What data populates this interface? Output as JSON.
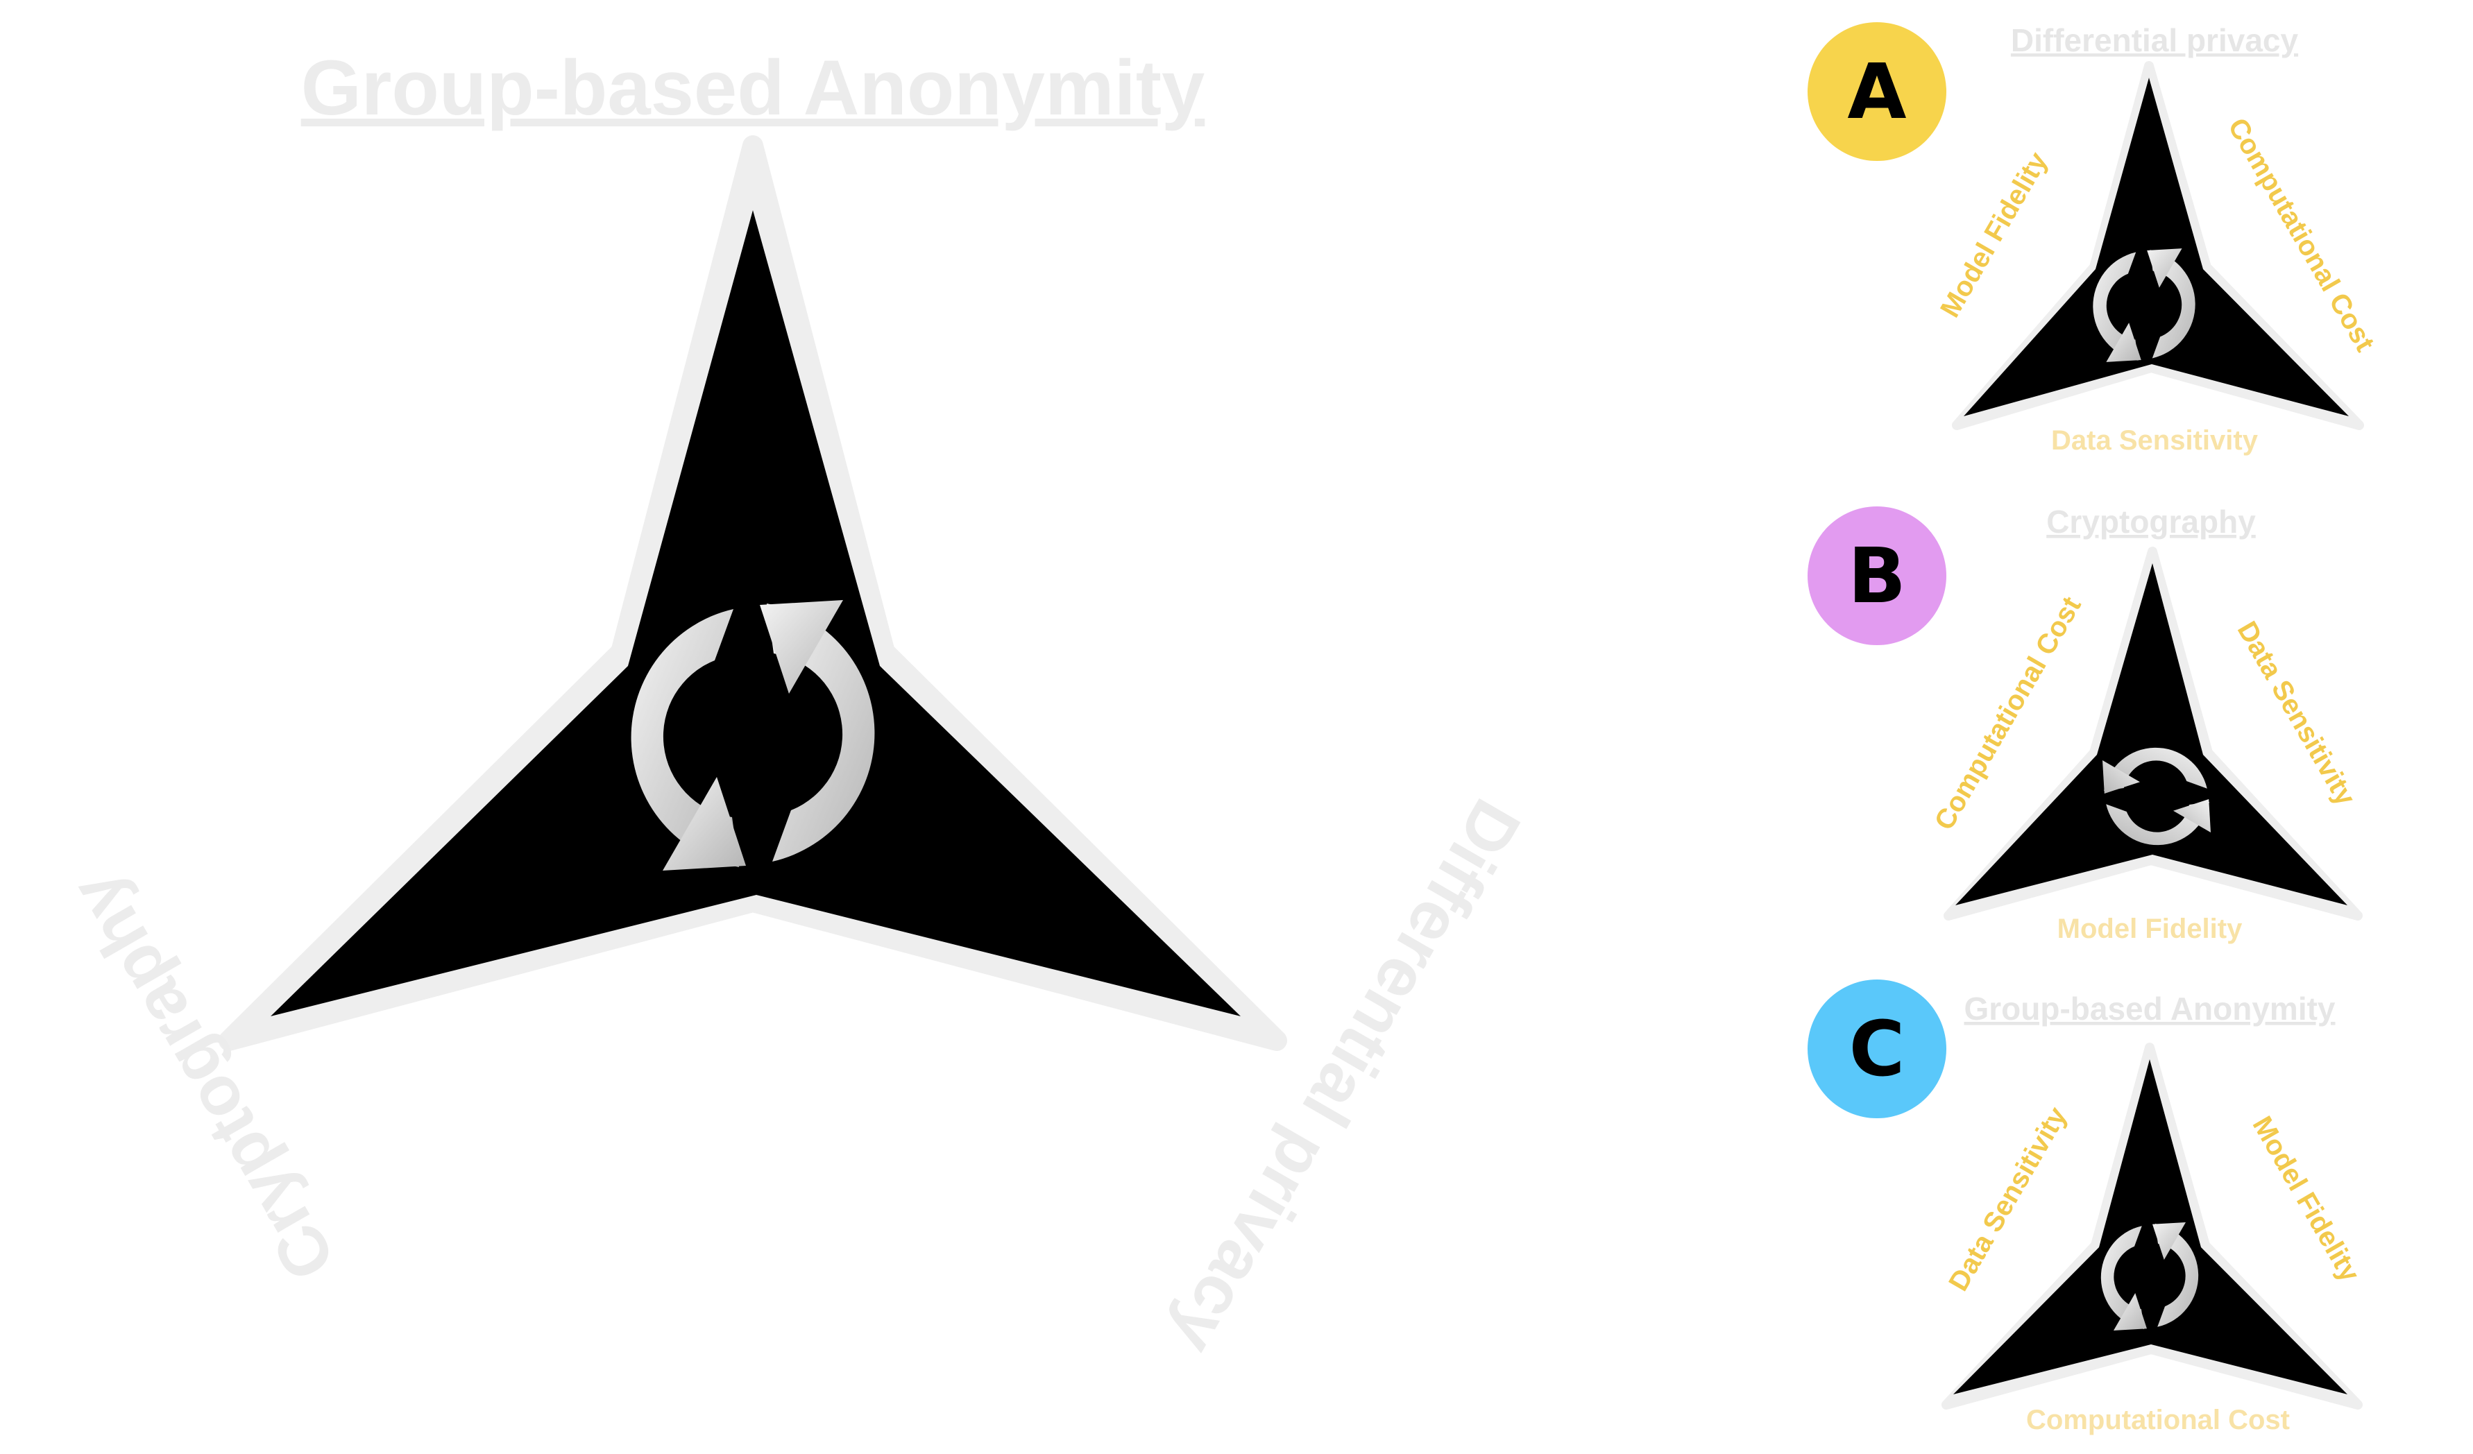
{
  "main": {
    "title": "Group-based Anonymity",
    "left_label": "Cryptography",
    "right_label": "Differential privacy",
    "center_icon": "cycle-arrows-icon"
  },
  "options": [
    {
      "badge": "A",
      "badge_color": "#F7D44C",
      "title": "Differential privacy",
      "left_label": "Model Fidelity",
      "right_label": "Computational Cost",
      "bottom_label": "Data Sensitivity"
    },
    {
      "badge": "B",
      "badge_color": "#E29BF0",
      "title": "Cryptography",
      "left_label": "Computational Cost",
      "right_label": "Data Sensitivity",
      "bottom_label": "Model Fidelity"
    },
    {
      "badge": "C",
      "badge_color": "#5AC8FA",
      "title": "Group-based Anonymity",
      "left_label": "Data Sensitivity",
      "right_label": "Model Fidelity",
      "bottom_label": "Computational Cost"
    }
  ],
  "colors": {
    "faded_text": "#ececec",
    "option_title": "#e6e6e6",
    "side_label": "#F2C94C",
    "bottom_label": "#F8E2A6",
    "shape_fill": "#000000",
    "shape_halo": "#eeeeee",
    "icon_light": "#f2f2f2",
    "icon_dark": "#b9b9b9"
  }
}
